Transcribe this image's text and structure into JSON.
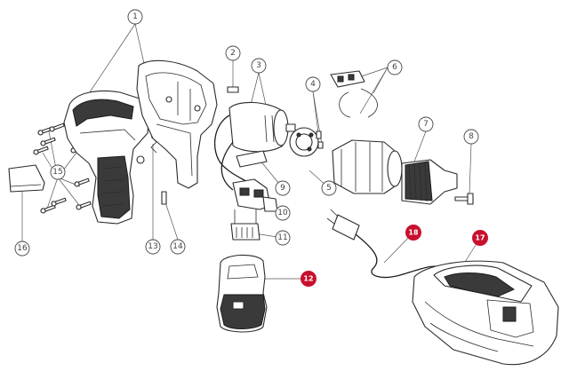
{
  "diagram": {
    "accent_color": "#c8102e",
    "callouts": [
      {
        "id": "c1",
        "label": "1"
      },
      {
        "id": "c2",
        "label": "2"
      },
      {
        "id": "c3",
        "label": "3"
      },
      {
        "id": "c4",
        "label": "4"
      },
      {
        "id": "c5",
        "label": "5"
      },
      {
        "id": "c6",
        "label": "6"
      },
      {
        "id": "c7",
        "label": "7"
      },
      {
        "id": "c8",
        "label": "8"
      },
      {
        "id": "c9",
        "label": "9"
      },
      {
        "id": "c10",
        "label": "10"
      },
      {
        "id": "c11",
        "label": "11"
      },
      {
        "id": "c13",
        "label": "13"
      },
      {
        "id": "c14",
        "label": "14"
      },
      {
        "id": "c15",
        "label": "15"
      },
      {
        "id": "c16",
        "label": "16"
      }
    ],
    "badges": [
      {
        "id": "b12",
        "label": "12"
      },
      {
        "id": "b17",
        "label": "17"
      },
      {
        "id": "b18",
        "label": "18"
      }
    ]
  }
}
